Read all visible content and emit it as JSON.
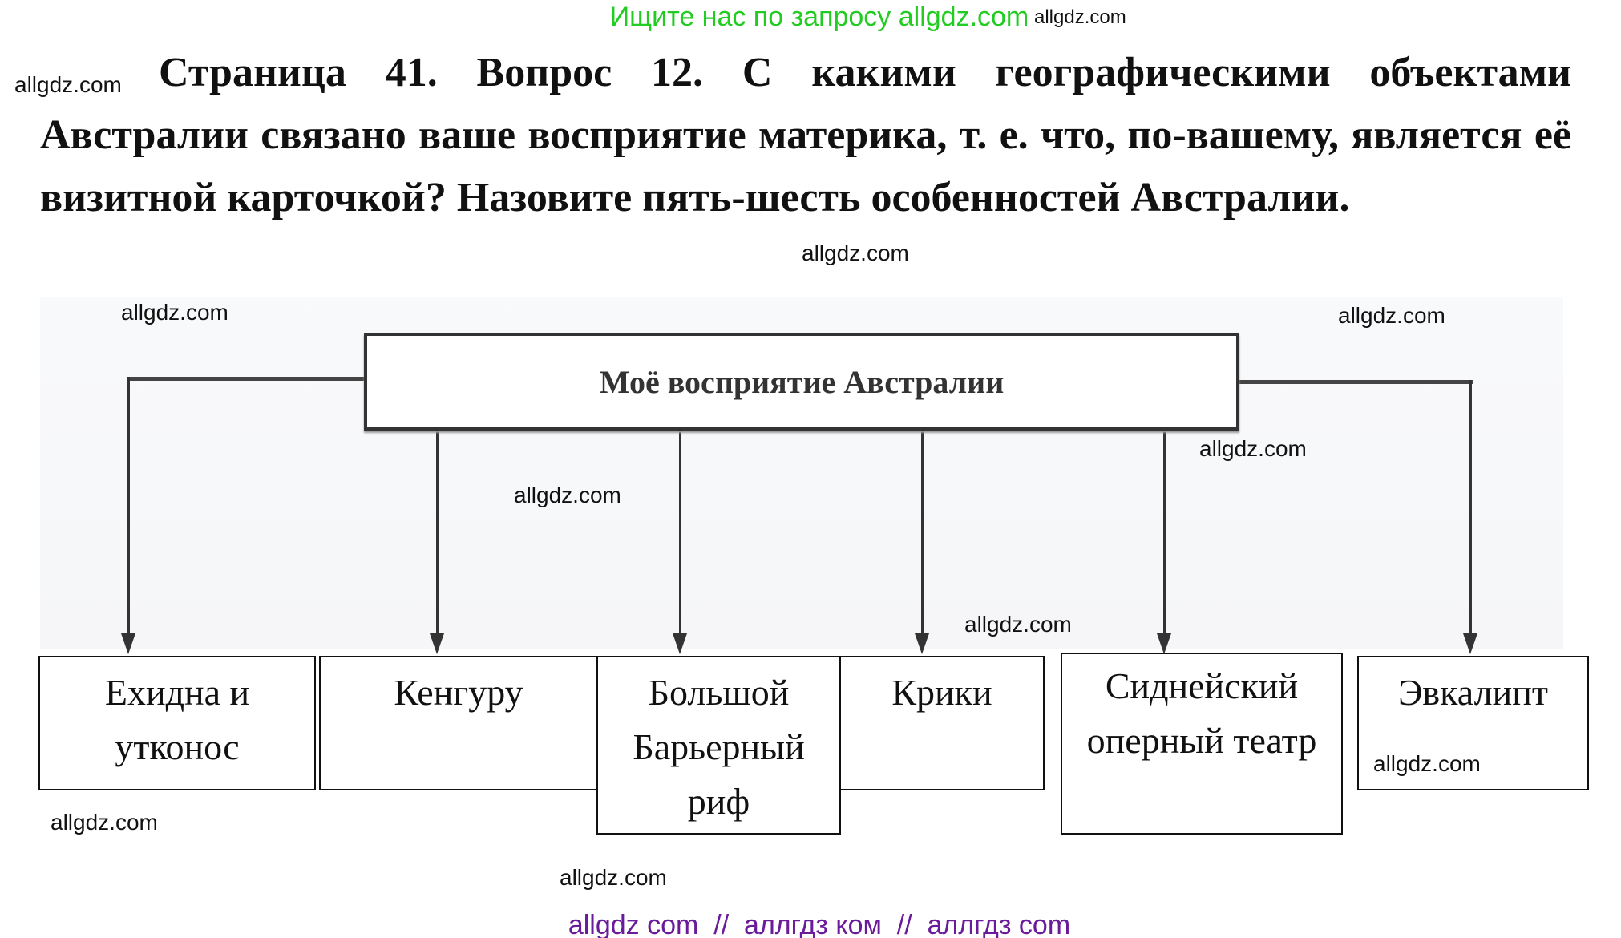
{
  "header": {
    "promo": "Ищите нас по запросу allgdz.com"
  },
  "question": {
    "text": "Страница 41. Вопрос 12. С какими географическими объектами Австралии связано ваше восприятие материка, т. е. что, по-вашему, является её визитной карточкой? Назовите пять-шесть особенностей Австралии."
  },
  "diagram": {
    "root": "Моё восприятие Австралии",
    "items": [
      {
        "label": "Ехидна и утконос"
      },
      {
        "label": "Кенгуру"
      },
      {
        "label": "Большой Барьерный риф"
      },
      {
        "label": "Крики"
      },
      {
        "label": "Сиднейский оперный театр"
      },
      {
        "label": "Эвкалипт"
      }
    ]
  },
  "watermark": "allgdz.com",
  "footer": {
    "text": "allgdz com  //  аллгдз ком  //  аллгдз com"
  },
  "colors": {
    "promo": "#22cc22",
    "footer": "#6a1b9a"
  }
}
